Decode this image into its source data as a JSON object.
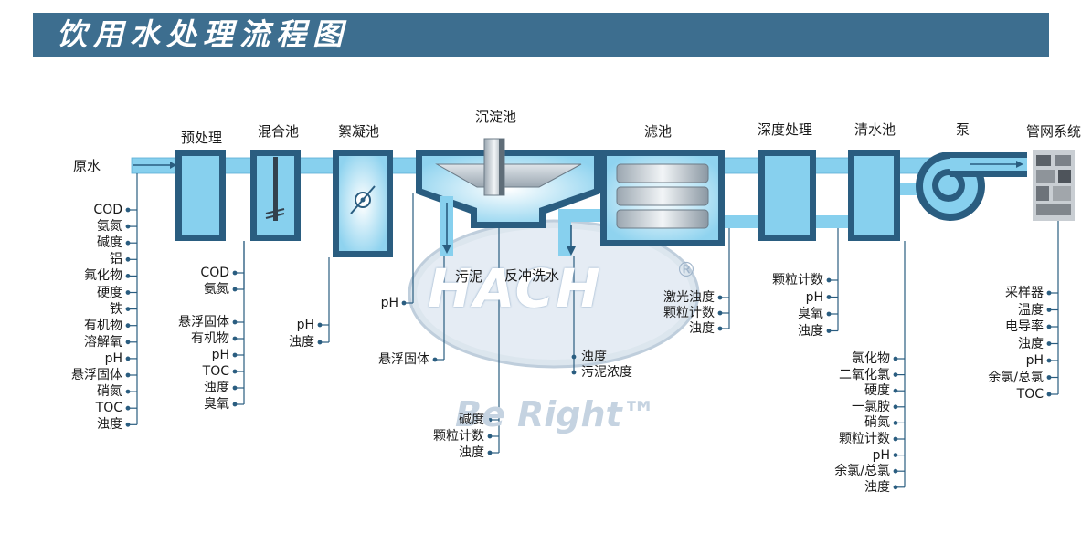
{
  "header": {
    "title": "饮用水处理流程图"
  },
  "watermark": {
    "logo": "HACH",
    "registered": "®",
    "slogan": "Be Right™"
  },
  "colors": {
    "banner": "#3d6e8f",
    "water": "#87d0ee",
    "tank_edge": "#2a5d80",
    "point": "#3d6e8f"
  },
  "stages": {
    "raw_water": "原水",
    "pretreatment": "预处理",
    "mixing": "混合池",
    "flocculation": "絮凝池",
    "sedimentation": "沉淀池",
    "filter": "滤池",
    "advanced": "深度处理",
    "clearwell": "清水池",
    "pump": "泵",
    "network": "管网系统",
    "sludge": "污泥",
    "backwash": "反冲洗水"
  },
  "params": {
    "raw": [
      "COD",
      "氨氮",
      "碱度",
      "铝",
      "氟化物",
      "硬度",
      "铁",
      "有机物",
      "溶解氧",
      "pH",
      "悬浮固体",
      "硝氮",
      "TOC",
      "浊度"
    ],
    "pre_a": [
      "COD",
      "氨氮"
    ],
    "pre_b": [
      "悬浮固体",
      "有机物",
      "pH",
      "TOC",
      "浊度",
      "臭氧"
    ],
    "floc": [
      "pH",
      "浊度"
    ],
    "sed_ph": [
      "pH"
    ],
    "sed_ss": [
      "悬浮固体"
    ],
    "sed_bottom": [
      "碱度",
      "颗粒计数",
      "浊度"
    ],
    "sludge": [
      "浊度",
      "污泥浓度"
    ],
    "filter": [
      "激光浊度",
      "颗粒计数",
      "浊度"
    ],
    "advanced": [
      "颗粒计数",
      "pH",
      "臭氧",
      "浊度"
    ],
    "clear": [
      "氯化物",
      "二氧化氯",
      "硬度",
      "一氯胺",
      "硝氮",
      "颗粒计数",
      "pH",
      "余氯/总氯",
      "浊度"
    ],
    "network": [
      "采样器",
      "温度",
      "电导率",
      "浊度",
      "pH",
      "余氯/总氯",
      "TOC"
    ]
  }
}
